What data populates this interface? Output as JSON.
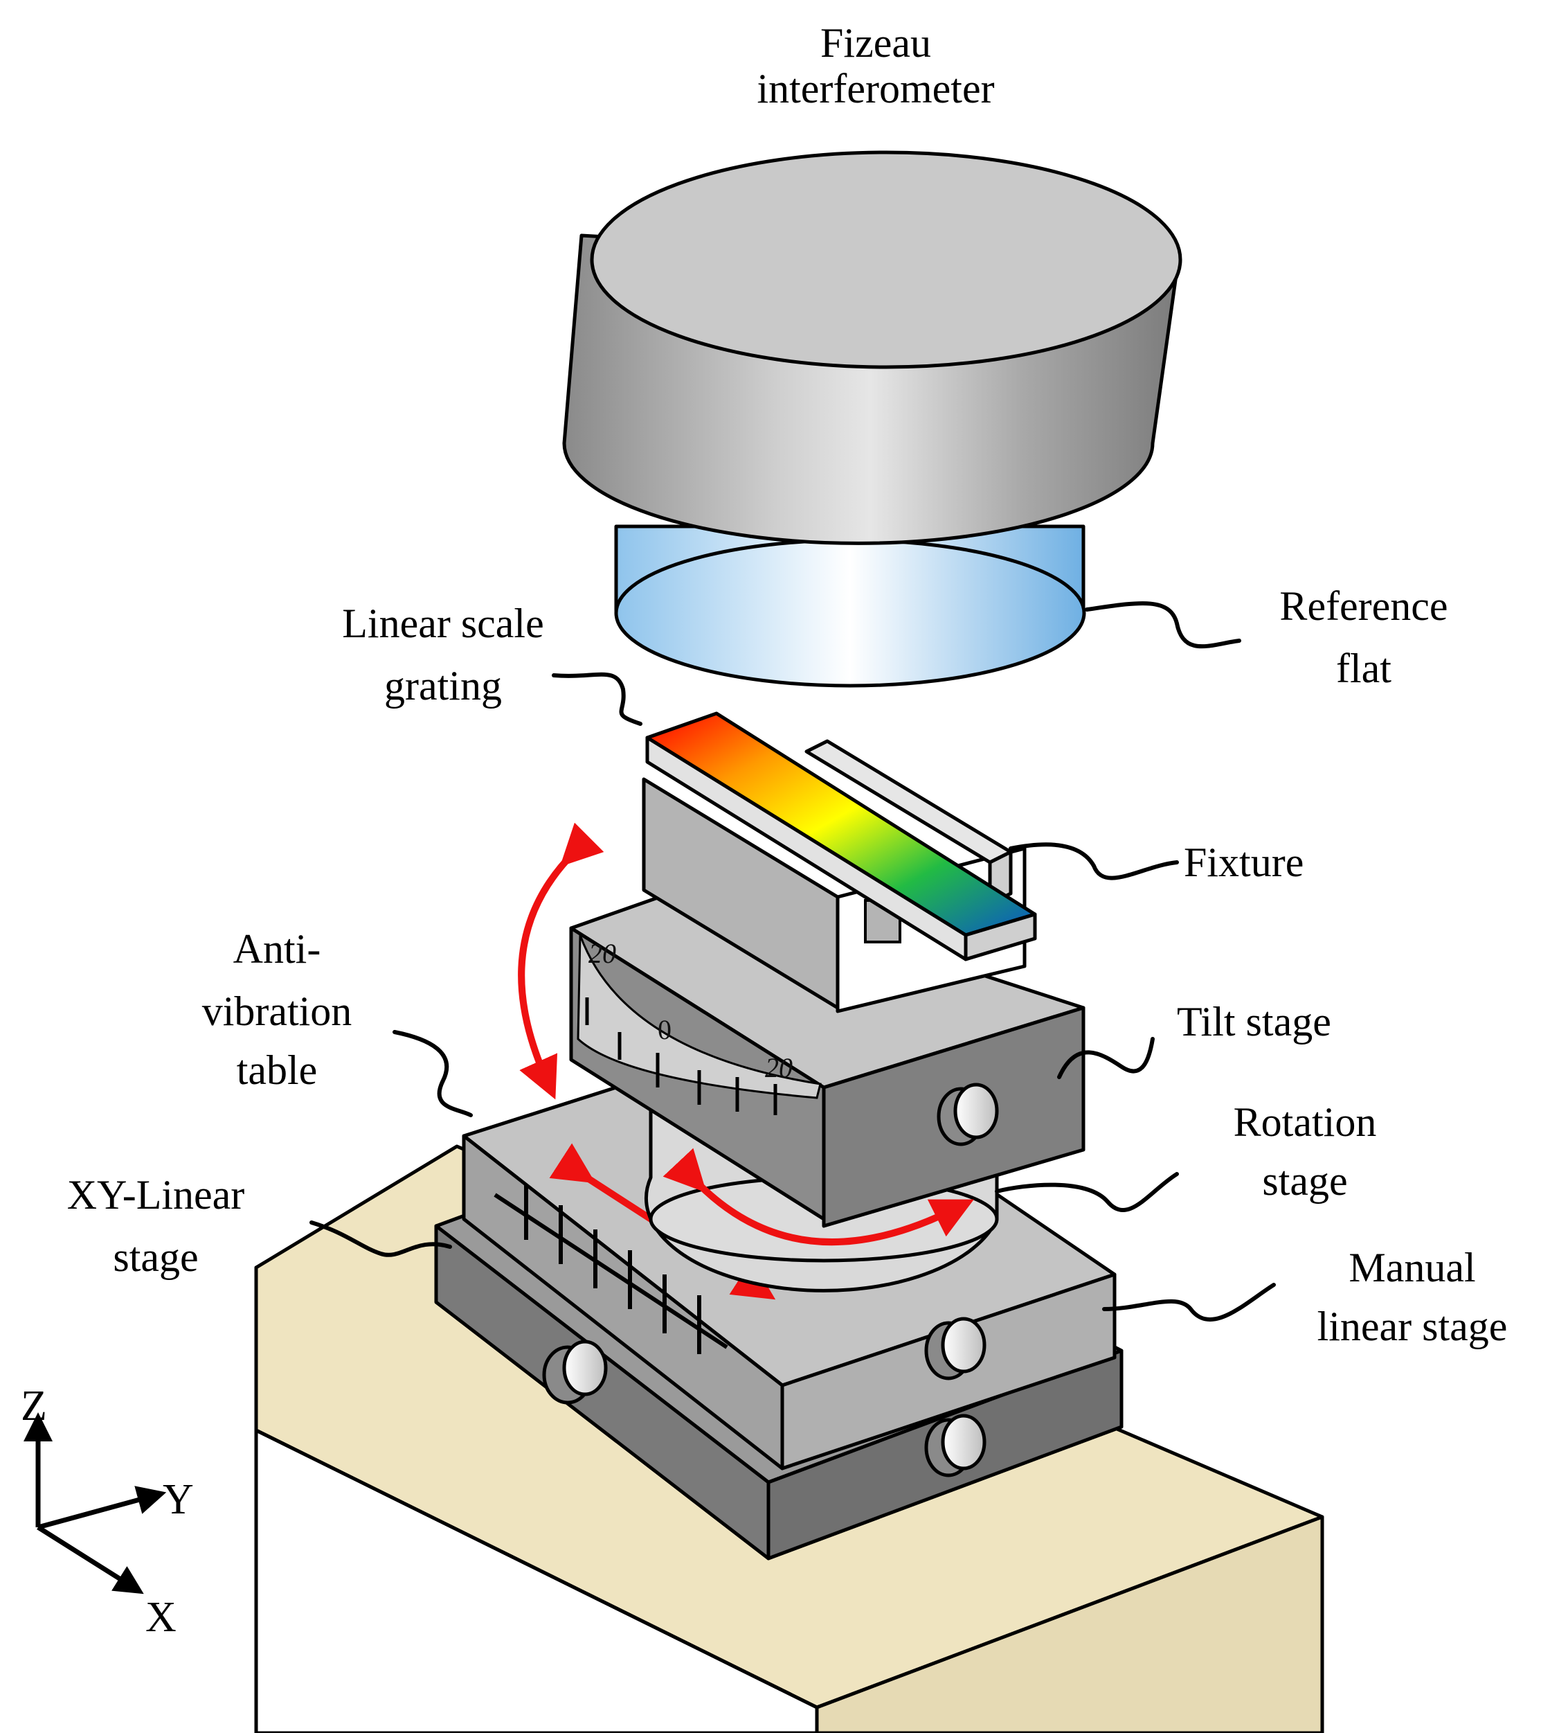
{
  "labels": {
    "fizeau_line1": "Fizeau",
    "fizeau_line2": "interferometer",
    "reference_line1": "Reference",
    "reference_line2": "flat",
    "grating_line1": "Linear scale",
    "grating_line2": "grating",
    "fixture": "Fixture",
    "anti_line1": "Anti-",
    "anti_line2": "vibration",
    "anti_line3": "table",
    "tilt": "Tilt stage",
    "rotation_line1": "Rotation",
    "rotation_line2": "stage",
    "xy_line1": "XY-Linear",
    "xy_line2": "stage",
    "manual_line1": "Manual",
    "manual_line2": "linear stage"
  },
  "tilt_scale": {
    "tick_left": "20",
    "tick_center": "0",
    "tick_right": "20"
  },
  "axes": {
    "z": "Z",
    "y": "Y",
    "x": "X"
  },
  "colors": {
    "table": "#efe4c0",
    "stage_dark": "#7e7e7e",
    "stage_mid": "#a6a6a6",
    "stage_light": "#c8c8c8",
    "arrow": "#ee1111",
    "grating_start": "#ff0000",
    "grating_mid": "#ffff00",
    "grating_end": "#0a55c8"
  }
}
